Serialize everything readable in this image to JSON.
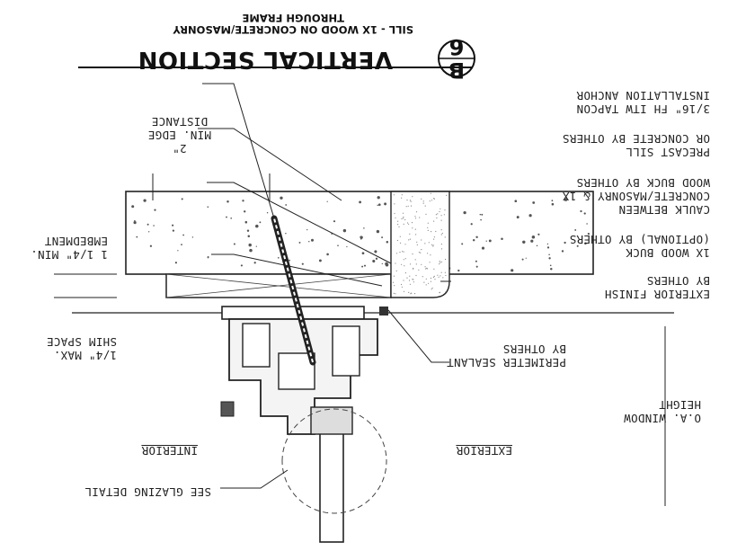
{
  "title_block": {
    "detail_letter": "B",
    "sheet_number": "6",
    "main_title": "VERTICAL SECTION",
    "subtitle_line1": "SILL - 1X WOOD ON CONCRETE/MASONRY",
    "subtitle_line2": "THROUGH FRAME"
  },
  "annotations": {
    "anchor": [
      "3/16\" FH ITW TAPCON",
      "INSTALLATION ANCHOR"
    ],
    "precast_sill": [
      "PRECAST SILL",
      "OR CONCRETE BY OTHERS"
    ],
    "caulk": [
      "CAULK BETWEEN",
      "CONCRETE/MASONRY & 1X",
      "WOOD BUCK BY OTHERS"
    ],
    "wood_buck": [
      "1X WOOD BUCK",
      "(OPTIONAL) BY OTHERS"
    ],
    "exterior_finish": [
      "EXTERIOR FINISH",
      "BY OTHERS"
    ],
    "perimeter_sealant": [
      "PERIMETER SEALANT",
      "BY OTHERS"
    ],
    "window_height": [
      "O.A. WINDOW",
      "HEIGHT"
    ],
    "exterior_label": "EXTERIOR",
    "interior_label": "INTERIOR",
    "edge_distance": [
      "2\"",
      "MIN. EDGE",
      "DISTANCE"
    ],
    "embedment": [
      "1 1/4\" MIN.",
      "EMBEDMENT"
    ],
    "shim": [
      "1/4\" MAX.",
      "SHIM SPACE"
    ],
    "glazing": "SEE GLAZING DETAIL"
  },
  "colors": {
    "line": "#222222",
    "concrete_speckle": "#555555",
    "background": "#ffffff"
  }
}
